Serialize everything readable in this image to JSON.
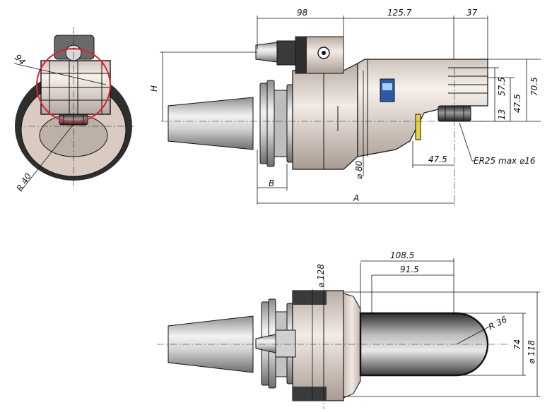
{
  "side_view": {
    "top_dims": [
      "98",
      "125.7",
      "37"
    ],
    "right_dims": [
      "57.5",
      "70.5",
      "47.5",
      "13"
    ],
    "label_H": "H",
    "label_B": "B",
    "label_A": "A",
    "dim_phi80": "⌀ 80",
    "dim_47_5": "47.5",
    "collet_note": "ER25  max  ⌀16"
  },
  "front_view": {
    "dim_94": "94",
    "dim_R40": "R 40"
  },
  "top_view": {
    "dims": [
      "108.5",
      "91.5"
    ],
    "dim_phi128": "⌀ 128",
    "dim_R36": "R 36",
    "dim_74": "74",
    "dim_phi118": "⌀ 118"
  },
  "colors": {
    "highlight_circle": "#e0202a",
    "body_fill": "#e6d9d0",
    "shank_fill": "#c8c8c8",
    "dark_fill": "#3a3a3a"
  }
}
